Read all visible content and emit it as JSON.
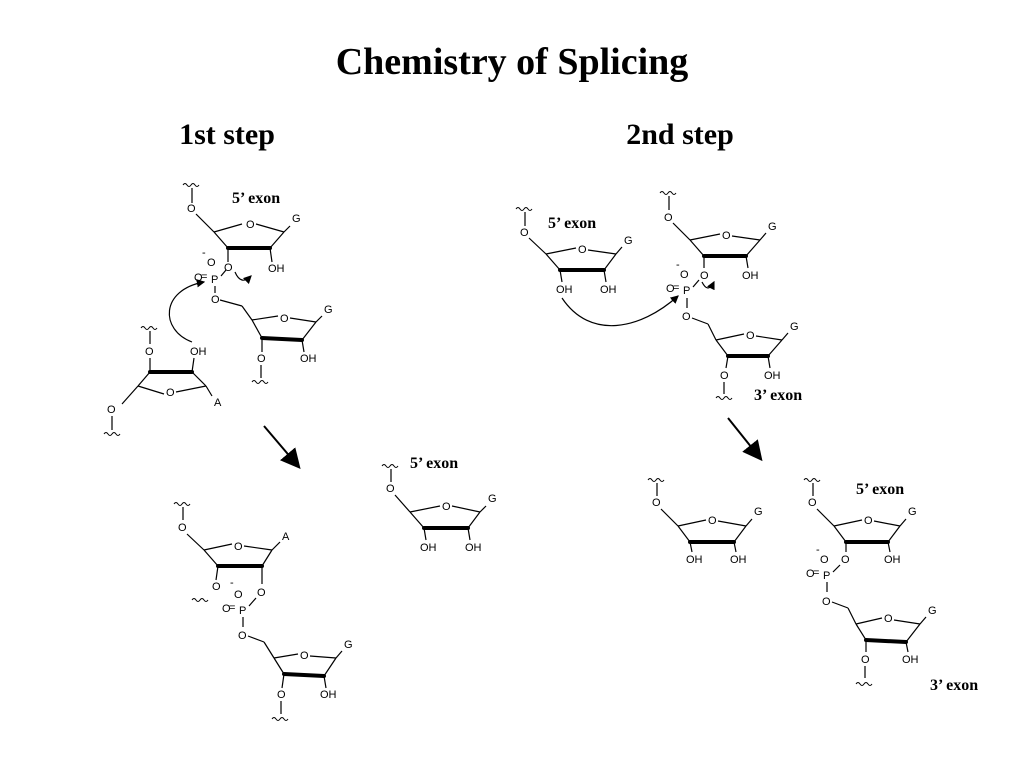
{
  "title": "Chemistry of Splicing",
  "steps": {
    "first": "1st step",
    "second": "2nd step"
  },
  "labels": {
    "five_exon": "5’ exon",
    "three_exon": "3’ exon"
  },
  "atoms": {
    "oxygen": "O",
    "phosphorus": "P",
    "hydroxyl": "OH",
    "guanine": "G",
    "adenine": "A",
    "minus": "-",
    "double_bond": "="
  }
}
